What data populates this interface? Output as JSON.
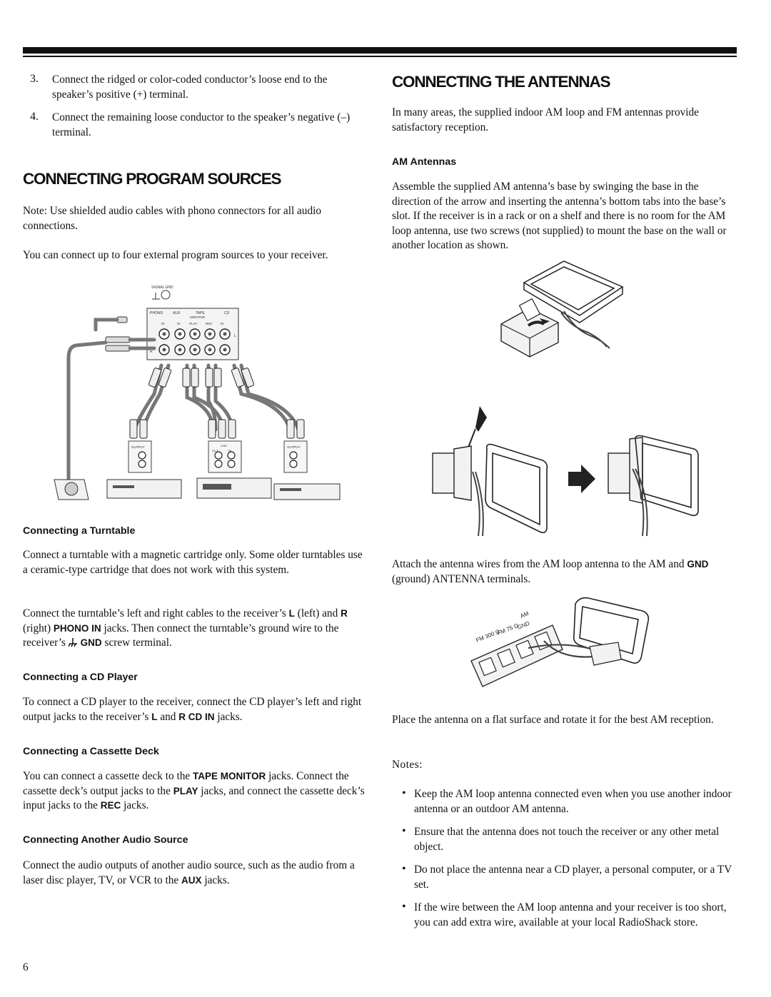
{
  "left": {
    "steps": [
      {
        "num": "3.",
        "text": "Connect the ridged or color-coded conductor’s loose end to the speaker’s positive (+) terminal."
      },
      {
        "num": "4.",
        "text": "Connect the remaining loose conductor to the speaker’s negative (–) terminal."
      }
    ],
    "program_heading": "CONNECTING PROGRAM SOURCES",
    "note": "Note: Use shielded audio cables with phono connectors for all audio connections.",
    "intro": "You can connect up to four external program sources to your receiver.",
    "diagram": {
      "signal_gnd": "SIGNAL GND",
      "groups": [
        "PHONO",
        "AUX",
        "TAPE",
        "CD"
      ],
      "monitor": "MONITOR",
      "jacks": [
        "IN",
        "IN",
        "PLAY",
        "REC",
        "IN"
      ],
      "L": "L",
      "R": "R",
      "output": "OUTPUT",
      "line": "LINE",
      "line_out": "OUT",
      "line_in": "IN"
    },
    "turntable_heading": "Connecting a Turntable",
    "turntable_p1": "Connect a turntable with a magnetic cartridge only. Some older turntables use a ceramic-type cartridge that does not work with this system.",
    "turntable_p2_a": "Connect the turntable’s left and right cables to the receiver’s ",
    "turntable_p2_L": "L",
    "turntable_p2_b": " (left) and ",
    "turntable_p2_R": "R",
    "turntable_p2_c": " (right) ",
    "turntable_p2_phono": "PHONO IN",
    "turntable_p2_d": " jacks. Then connect the turntable’s ground wire to the receiver’s ",
    "turntable_p2_gnd": "GND",
    "turntable_p2_e": " screw terminal.",
    "cd_heading": "Connecting a CD Player",
    "cd_a": "To connect a CD player to the receiver, connect the CD player’s left and right output jacks to the receiver’s ",
    "cd_L": "L",
    "cd_and": " and ",
    "cd_R": "R CD IN",
    "cd_b": " jacks.",
    "cassette_heading": "Connecting a Cassette Deck",
    "cas_a": "You can connect a cassette deck to the ",
    "cas_tape": "TAPE MONITOR",
    "cas_b": " jacks. Connect the cassette deck’s output jacks to the ",
    "cas_play": "PLAY",
    "cas_c": " jacks, and connect the cassette deck’s input jacks to the ",
    "cas_rec": "REC",
    "cas_d": " jacks.",
    "another_heading": "Connecting Another Audio Source",
    "another_a": "Connect the audio outputs of another audio source, such as the audio from a laser disc player, TV, or VCR to the ",
    "another_aux": "AUX",
    "another_b": " jacks."
  },
  "right": {
    "heading": "CONNECTING THE ANTENNAS",
    "intro": "In many areas, the supplied indoor AM loop and FM antennas provide satisfactory reception.",
    "am_heading": "AM Antennas",
    "am_p": "Assemble the supplied AM antenna’s base by swinging the base in the direction of the arrow and inserting the antenna’s bottom tabs into the base’s slot. If the receiver is in a rack or on a shelf and there is no room for the AM loop antenna, use two screws (not supplied) to mount the base on the wall or another location as shown.",
    "attach_a": "Attach the antenna wires from the AM loop antenna to the AM and ",
    "attach_gnd": "GND",
    "attach_b": " (ground) ANTENNA terminals.",
    "terminal_labels": {
      "fm300": "FM 300 Ω",
      "fm75": "FM 75 Ω",
      "gnd": "GND",
      "am": "AM"
    },
    "place": "Place the antenna on a flat surface and rotate it for the best AM reception.",
    "notes_label": "Notes:",
    "notes": [
      "Keep the AM loop antenna connected even when you use another indoor antenna or an outdoor AM antenna.",
      "Ensure that the antenna does not touch the receiver or any other metal object.",
      "Do not place the antenna near a CD player, a personal computer, or a TV set.",
      "If the wire between the AM loop antenna and your receiver is too short, you can add extra wire, available at your local RadioShack store."
    ],
    "bullet": "•"
  },
  "page_number": "6"
}
